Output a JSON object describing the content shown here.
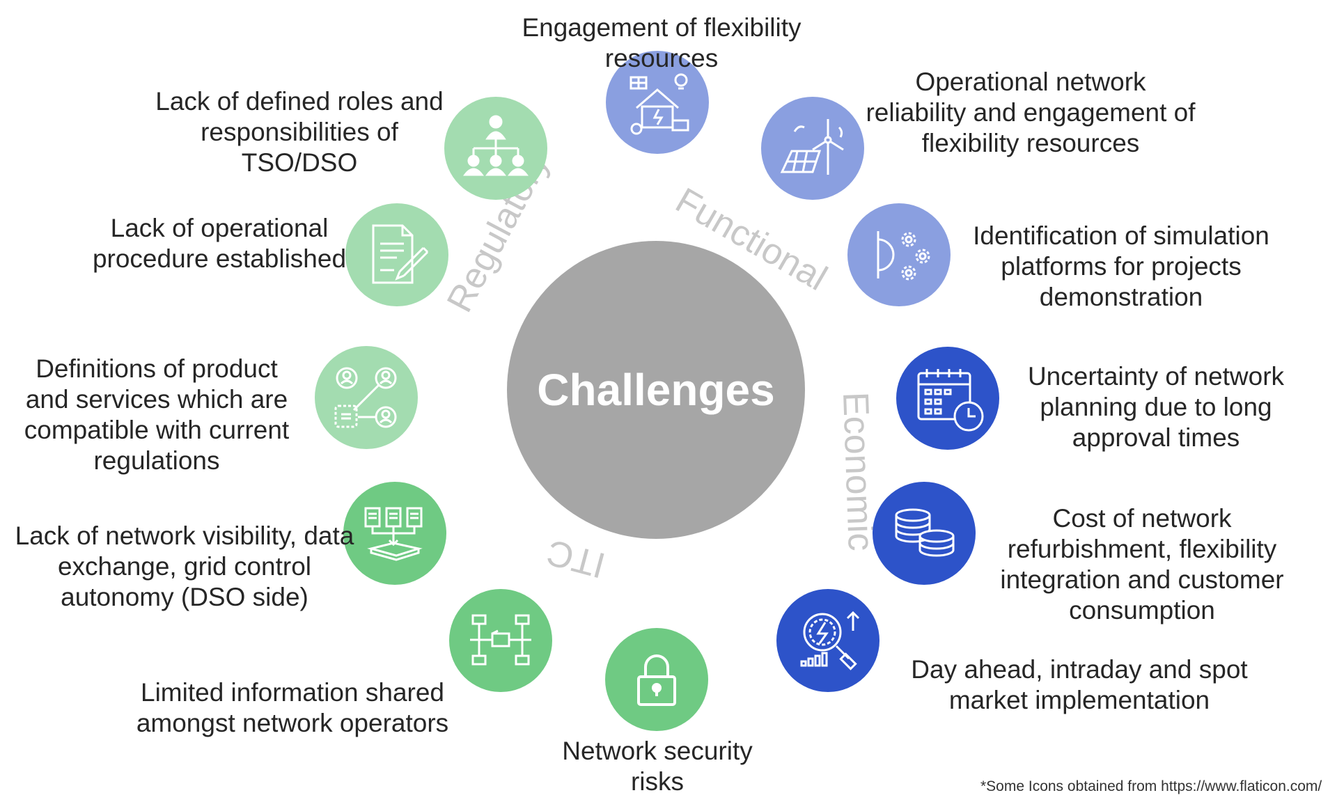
{
  "center": {
    "label": "Challenges"
  },
  "categories": {
    "regulatory": "Regulatory",
    "functional": "Functional",
    "economic": "Economic",
    "itc": "ITC"
  },
  "colors": {
    "regulatory": "#a3dcb0",
    "itc": "#6fca83",
    "functional": "#8a9fe0",
    "economic": "#2d53c9",
    "center": "#a6a6a6",
    "category_text": "#c8c8c8"
  },
  "challenges": {
    "engagement_flex": {
      "label": "Engagement of flexibility\nresources",
      "icon": "smart-home-icon",
      "group": "functional"
    },
    "operational_reliability": {
      "label": "Operational network\nreliability and engagement of\nflexibility resources",
      "icon": "solar-wind-icon",
      "group": "functional"
    },
    "simulation_platforms": {
      "label": "Identification of simulation\nplatforms for projects\ndemonstration",
      "icon": "gears-icon",
      "group": "functional"
    },
    "planning_uncertainty": {
      "label": "Uncertainty of network\nplanning due to long\napproval times",
      "icon": "calendar-clock-icon",
      "group": "economic"
    },
    "refurbishment_cost": {
      "label": "Cost of network\nrefurbishment, flexibility\nintegration and customer\nconsumption",
      "icon": "coins-icon",
      "group": "economic"
    },
    "market_implementation": {
      "label": "Day ahead, intraday and spot\nmarket implementation",
      "icon": "energy-market-icon",
      "group": "economic"
    },
    "security_risks": {
      "label": "Network security\nrisks",
      "icon": "padlock-icon",
      "group": "itc"
    },
    "limited_info": {
      "label": "Limited information shared\namongst network operators",
      "icon": "network-icon",
      "group": "itc"
    },
    "visibility": {
      "label": "Lack of network visibility, data\nexchange, grid control\nautonomy (DSO side)",
      "icon": "data-files-icon",
      "group": "itc"
    },
    "product_definitions": {
      "label": "Definitions of product\nand services which are\ncompatible with current\nregulations",
      "icon": "people-connection-icon",
      "group": "regulatory"
    },
    "operational_procedure": {
      "label": "Lack of operational\nprocedure established",
      "icon": "document-pen-icon",
      "group": "regulatory"
    },
    "roles_responsibilities": {
      "label": "Lack of defined roles and\nresponsibilities of\nTSO/DSO",
      "icon": "org-chart-icon",
      "group": "regulatory"
    }
  },
  "footnote": "*Some Icons obtained from https://www.flaticon.com/"
}
